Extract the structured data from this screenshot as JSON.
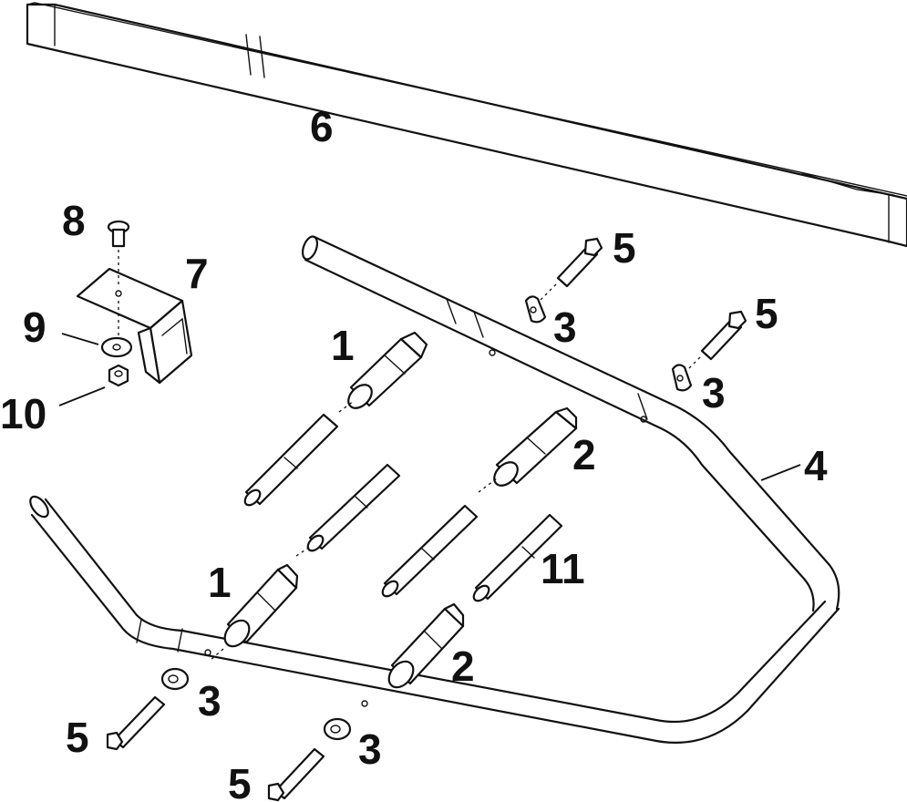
{
  "callouts": {
    "c1a": "1",
    "c1b": "1",
    "c2a": "2",
    "c2b": "2",
    "c3a": "3",
    "c3b": "3",
    "c3c": "3",
    "c3d": "3",
    "c4": "4",
    "c5a": "5",
    "c5b": "5",
    "c5c": "5",
    "c5d": "5",
    "c6": "6",
    "c7": "7",
    "c8": "8",
    "c9": "9",
    "c10": "10",
    "c11": "11"
  }
}
